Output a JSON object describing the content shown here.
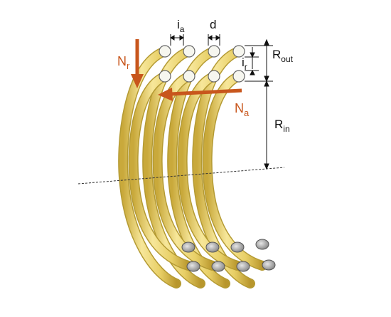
{
  "labels": {
    "ia": {
      "main": "i",
      "sub": "a"
    },
    "d": {
      "main": "d"
    },
    "ir": {
      "main": "i",
      "sub": "r"
    },
    "rout": {
      "main": "R",
      "sub": "out"
    },
    "rin": {
      "main": "R",
      "sub": "in"
    },
    "nr": {
      "main": "N",
      "sub": "r"
    },
    "na": {
      "main": "N",
      "sub": "a"
    }
  },
  "colors": {
    "wire_fill": "#f0dc7a",
    "wire_edge": "#b49a33",
    "force_arrow": "#c8561c",
    "dimension_line": "#111111",
    "cut_face": "#9a9a9a"
  }
}
